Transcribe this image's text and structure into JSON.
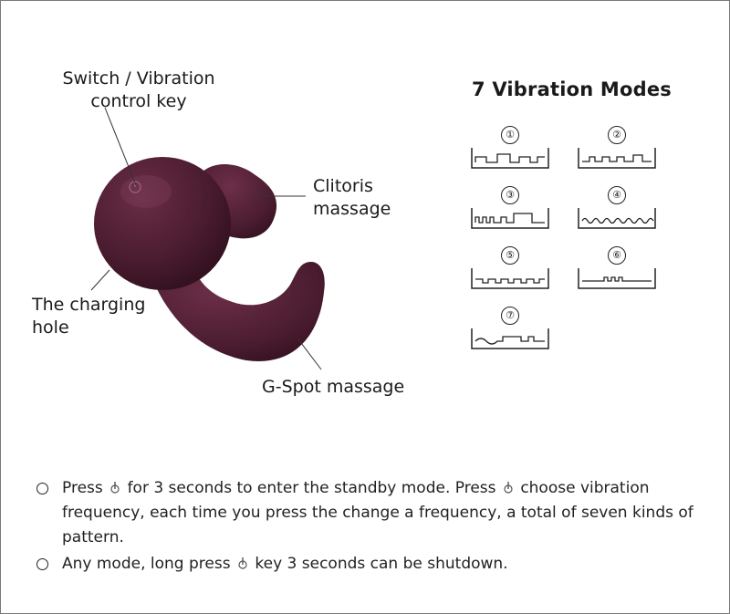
{
  "labels": {
    "switch_line1": "Switch / Vibration",
    "switch_line2": "control key",
    "clitoris_line1": "Clitoris",
    "clitoris_line2": "massage",
    "charging_line1": "The charging",
    "charging_line2": "hole",
    "gspot": "G-Spot massage"
  },
  "modes": {
    "title": "7 Vibration Modes",
    "items": [
      "①",
      "②",
      "③",
      "④",
      "⑤",
      "⑥",
      "⑦"
    ]
  },
  "notes": {
    "line1_a": "Press",
    "line1_b": "for 3 seconds to enter the standby mode. Press",
    "line1_c": "choose vibration frequency, each time you press the change a frequency, a total of seven kinds of pattern.",
    "line2_a": "Any mode, long press",
    "line2_b": "key 3 seconds can be shutdown."
  },
  "colors": {
    "product": "#4a1c2f",
    "product_highlight": "#7a3a55"
  },
  "icons": {
    "power_key": "power-key-icon",
    "bullet": "circle-bullet-icon"
  }
}
